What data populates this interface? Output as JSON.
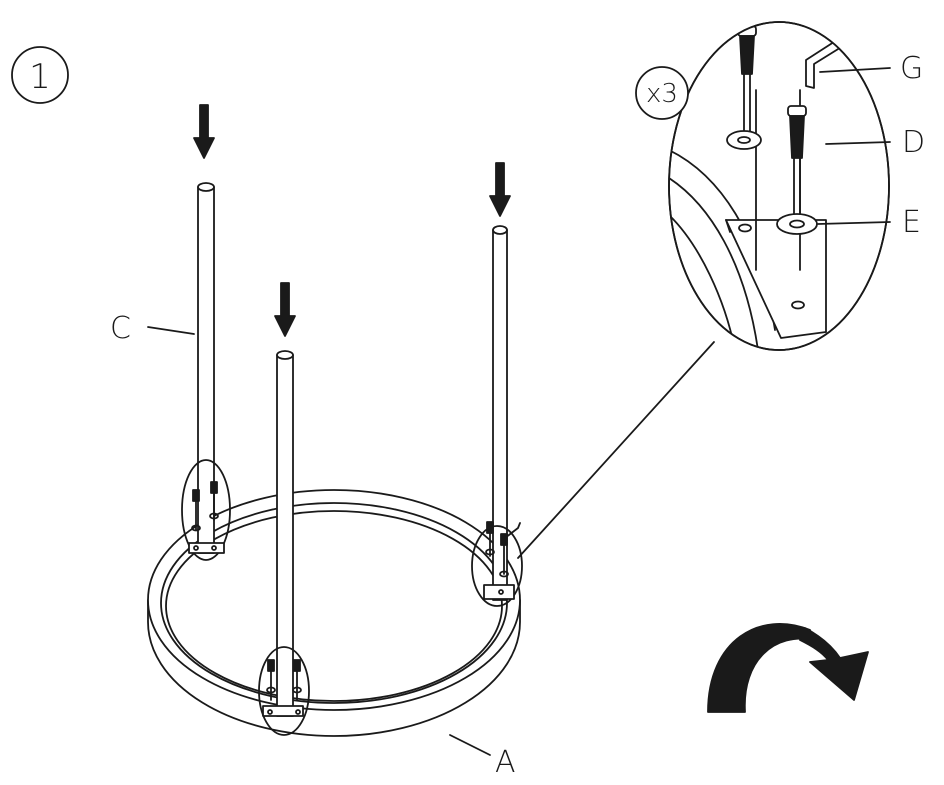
{
  "step": {
    "number": "1"
  },
  "detail": {
    "quantity": "x3"
  },
  "labels": {
    "top_ring": "A",
    "leg": "C",
    "bolt": "D",
    "washer": "E",
    "hex_key": "G"
  },
  "icons": [
    "down-arrow-icon",
    "flip-over-arrow-icon",
    "magnifier-callout-circle"
  ],
  "colors": {
    "line": "#1a1a1a",
    "fill": "#ffffff"
  }
}
